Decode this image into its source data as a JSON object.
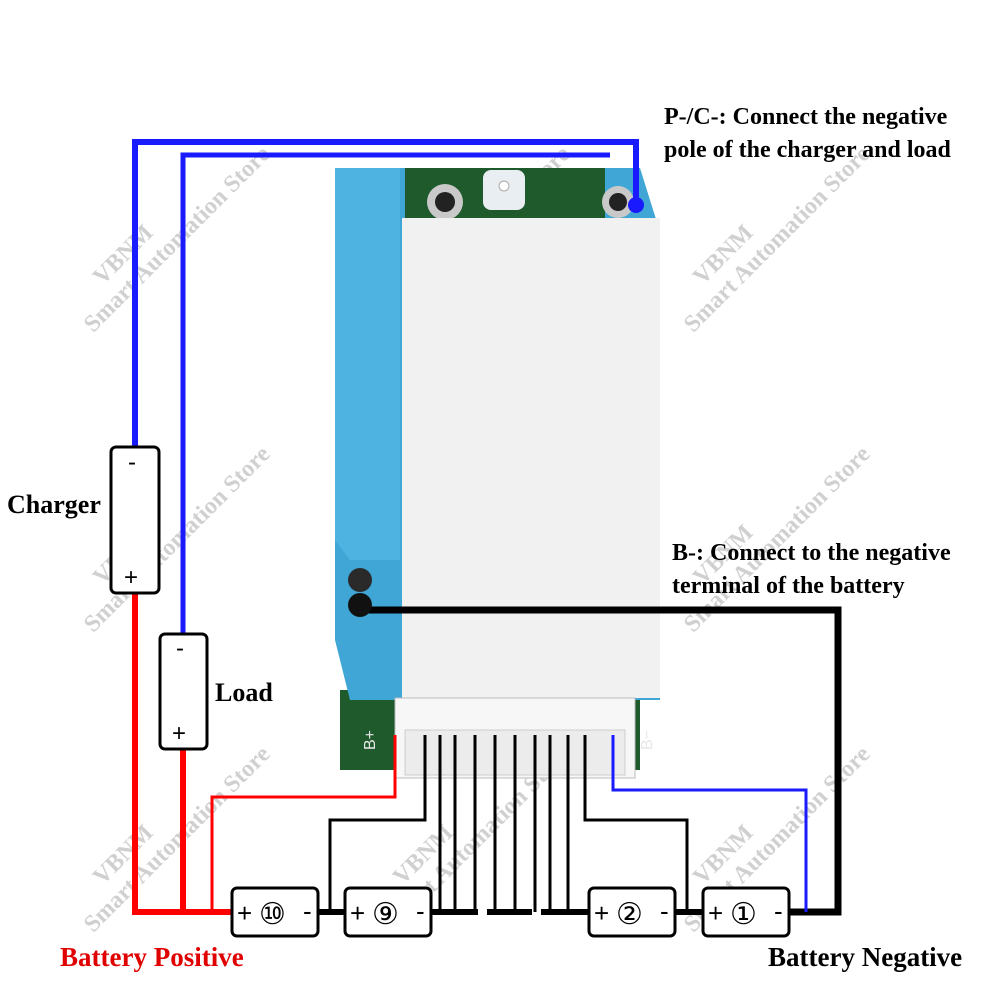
{
  "watermark": {
    "brand": "VBNM",
    "store": "Smart Automation Store"
  },
  "labels": {
    "pc_line1": "P-/C-: Connect the negative",
    "pc_line2": "pole of the charger and load",
    "bminus_line1": "B-: Connect to the negative",
    "bminus_line2": "terminal of the battery",
    "charger": "Charger",
    "load": "Load",
    "battery_positive": "Battery Positive",
    "battery_negative": "Battery Negative"
  },
  "board": {
    "b_plus": "B+",
    "b_minus": "B−"
  },
  "charger_terminals": {
    "neg": "-",
    "pos": "+"
  },
  "load_terminals": {
    "neg": "-",
    "pos": "+"
  },
  "cells": {
    "cell10": "⑩",
    "cell9": "⑨",
    "cell2": "②",
    "cell1": "①",
    "plus": "+",
    "minus": "-"
  },
  "colors": {
    "blue_wire": "#1a1aff",
    "red_wire": "#ff0000",
    "black_wire": "#000000",
    "heatshrink": "#3fa6d6",
    "pcb": "#1f5a2c",
    "battery_positive_text": "#e00000"
  }
}
